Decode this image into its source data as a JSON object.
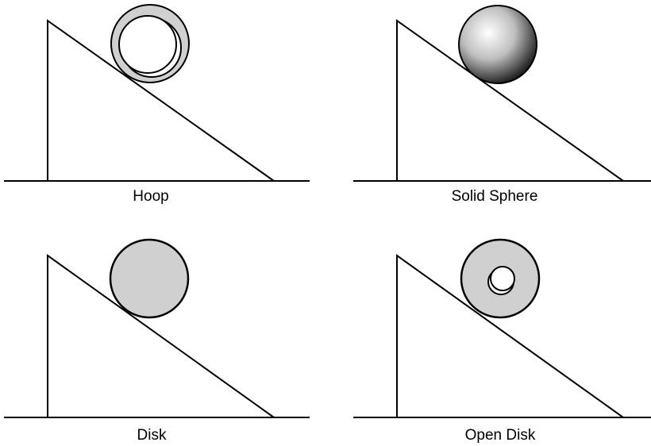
{
  "panels": [
    {
      "label": "Hoop"
    },
    {
      "label": "Solid Sphere"
    },
    {
      "label": "Disk"
    },
    {
      "label": "Open Disk"
    }
  ],
  "colors": {
    "stroke": "#000000",
    "fill_gray": "#d0d0d0",
    "background": "#ffffff"
  }
}
